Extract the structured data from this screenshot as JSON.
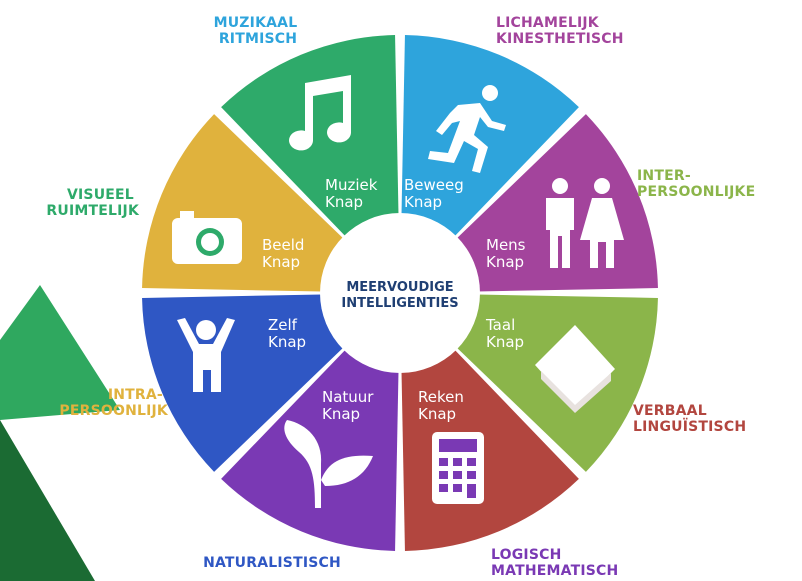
{
  "center": {
    "line1": "MEERVOUDIGE",
    "line2": "INTELLIGENTIES"
  },
  "segments": [
    {
      "id": "muziek",
      "label1": "Muziek",
      "label2": "Knap",
      "color": "#2ea4dc",
      "icon": "music-note-icon",
      "outer1": "MUZIKAAL",
      "outer2": "RITMISCH"
    },
    {
      "id": "beweeg",
      "label1": "Beweeg",
      "label2": "Knap",
      "color": "#a3449c",
      "icon": "running-person-icon",
      "outer1": "LICHAMELIJK",
      "outer2": "KINESTHETISCH"
    },
    {
      "id": "mens",
      "label1": "Mens",
      "label2": "Knap",
      "color": "#8bb54a",
      "icon": "man-woman-icon",
      "outer1": "INTER-",
      "outer2": "PERSOONLIJKE"
    },
    {
      "id": "taal",
      "label1": "Taal",
      "label2": "Knap",
      "color": "#b2463f",
      "icon": "book-icon",
      "outer1": "VERBAAL",
      "outer2": "LINGUÏSTISCH"
    },
    {
      "id": "reken",
      "label1": "Reken",
      "label2": "Knap",
      "color": "#7a39b4",
      "icon": "calculator-icon",
      "outer1": "LOGISCH",
      "outer2": "MATHEMATISCH"
    },
    {
      "id": "natuur",
      "label1": "Natuur",
      "label2": "Knap",
      "color": "#2f57c4",
      "icon": "leaf-plant-icon",
      "outer1": "NATURALISTISCH",
      "outer2": ""
    },
    {
      "id": "zelf",
      "label1": "Zelf",
      "label2": "Knap",
      "color": "#e0b23d",
      "icon": "person-arms-up-icon",
      "outer1": "INTRA-",
      "outer2": "PERSOONLIJK"
    },
    {
      "id": "beeld",
      "label1": "Beeld",
      "label2": "Knap",
      "color": "#2eaa6a",
      "icon": "camera-icon",
      "outer1": "VISUEEL",
      "outer2": "RUIMTELIJK"
    }
  ]
}
